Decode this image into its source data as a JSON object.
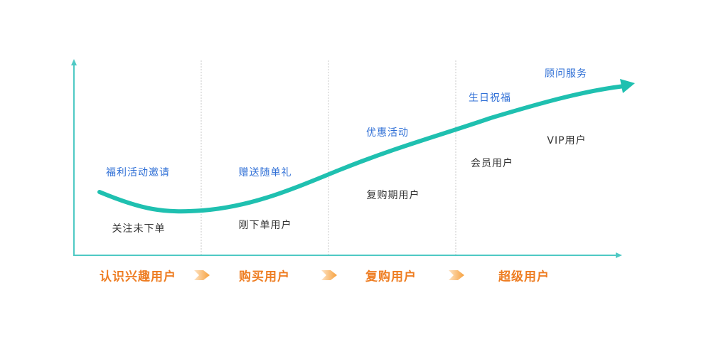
{
  "colors": {
    "curve": "#1fc0b0",
    "axis": "#4fc9c4",
    "action": "#2f6fd6",
    "state": "#333333",
    "stage": "#ee7d22"
  },
  "actions": [
    "福利活动邀请",
    "赠送随单礼",
    "优惠活动",
    "生日祝福",
    "顾问服务"
  ],
  "states": [
    "关注未下单",
    "刚下单用户",
    "复购期用户",
    "会员用户",
    "VIP用户"
  ],
  "stages": [
    "认识兴趣用户",
    "购买用户",
    "复购用户",
    "超级用户"
  ]
}
